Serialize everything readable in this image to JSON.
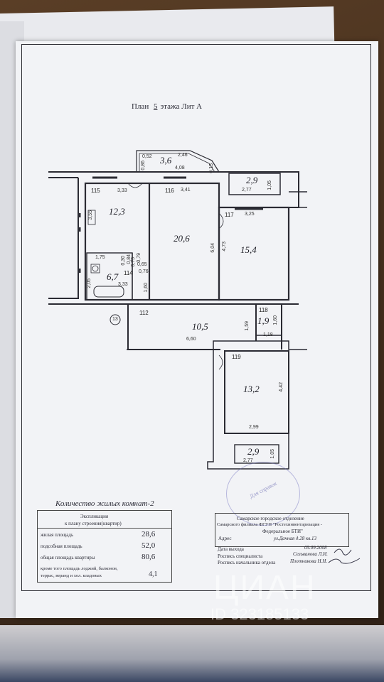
{
  "title": {
    "plan": "План",
    "floor": "5",
    "floor_suffix": "этажа Лит А"
  },
  "rooms": [
    {
      "id": "115",
      "area": "12,3"
    },
    {
      "id": "116",
      "area": "20,6"
    },
    {
      "id": "117",
      "area": "15,4"
    },
    {
      "id": "112",
      "area": "10,5"
    },
    {
      "id": "118",
      "area": "1,9"
    },
    {
      "id": "119",
      "area": "13,2"
    },
    {
      "id": "114",
      "area": "6,7"
    }
  ],
  "other_areas": {
    "balcony_top": "3,6",
    "loggia_top": "2,9",
    "loggia_bottom": "2,9"
  },
  "dimensions": {
    "d052": "0,52",
    "d086": "0,86",
    "d246": "2,46",
    "d408": "4,08",
    "d015": "0,15",
    "d277a": "2,77",
    "d105a": "1,05",
    "d333a": "3,33",
    "d341": "3,41",
    "d325": "3,25",
    "d355": "3,55",
    "d604": "6,04",
    "d473": "4,73",
    "d175": "1,75",
    "d030": "0,30",
    "d084": "0,84",
    "d075": "0,75",
    "d079": "0,79",
    "d065": "0,65",
    "d076": "0,76",
    "d205": "2,05",
    "d333b": "3,33",
    "d160a": "1,60",
    "d159": "1,59",
    "d160b": "1,60",
    "d660": "6,60",
    "d118": "1,18",
    "d442": "4,42",
    "d299": "2,99",
    "d277b": "2,77",
    "d105b": "1,05",
    "axis": "13"
  },
  "living_rooms": "Количество жилых комнат-2",
  "explication": {
    "header1": "Экспликация",
    "header2": "к плану строения(квартир)",
    "rows": [
      {
        "label": "жилая площадь",
        "value": "28,6"
      },
      {
        "label": "подсобная площадь",
        "value": "52,0"
      },
      {
        "label": "общая площадь квартиры",
        "value": "80,6"
      }
    ],
    "note1": "кроме того площадь лоджий, балконов,",
    "note2": "террас, веранд и хол. кладовых",
    "note_value": "4,1"
  },
  "office": {
    "line1": "Самарское городское отделение",
    "line2": "Самарского филиала ФГУП \"Ростехинвентаризация -",
    "line3": "Федеральное БТИ\"",
    "address_label": "Адрес",
    "address": "ул.Дачная д.28 кв.13",
    "date_label": "Дата выхода",
    "date": "05.09.2008",
    "spec_label": "Роспись специалиста",
    "spec_name": "Сельванова Л.И.",
    "head_label": "Роспись начальника отдела",
    "head_name": "Плотникова Н.Н."
  },
  "stamp_text": "Для справок",
  "watermark": {
    "brand": "ЦИАН",
    "id": "ID 323185133"
  }
}
